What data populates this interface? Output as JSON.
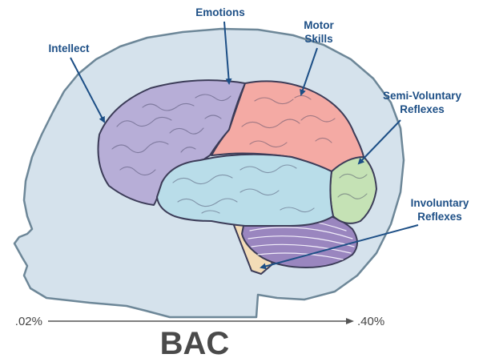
{
  "labels": {
    "emotions": "Emotions",
    "intellect": "Intellect",
    "motor_line1": "Motor",
    "motor_line2": "Skills",
    "semi_line1": "Semi-Voluntary",
    "semi_line2": "Reflexes",
    "invol_line1": "Involuntary",
    "invol_line2": "Reflexes"
  },
  "scale": {
    "start": ".02%",
    "end": ".40%",
    "title": "BAC"
  },
  "colors": {
    "head_fill": "#d5e2ec",
    "head_stroke": "#6d8798",
    "frontal_purple": "#b7aed7",
    "parietal_pink": "#f4aaa4",
    "temporal_blue": "#b9dde9",
    "occipital_green": "#c5e2b5",
    "cerebellum_purple": "#9a86bf",
    "brainstem_tan": "#f3dcb7",
    "label_blue": "#1d4f86"
  }
}
